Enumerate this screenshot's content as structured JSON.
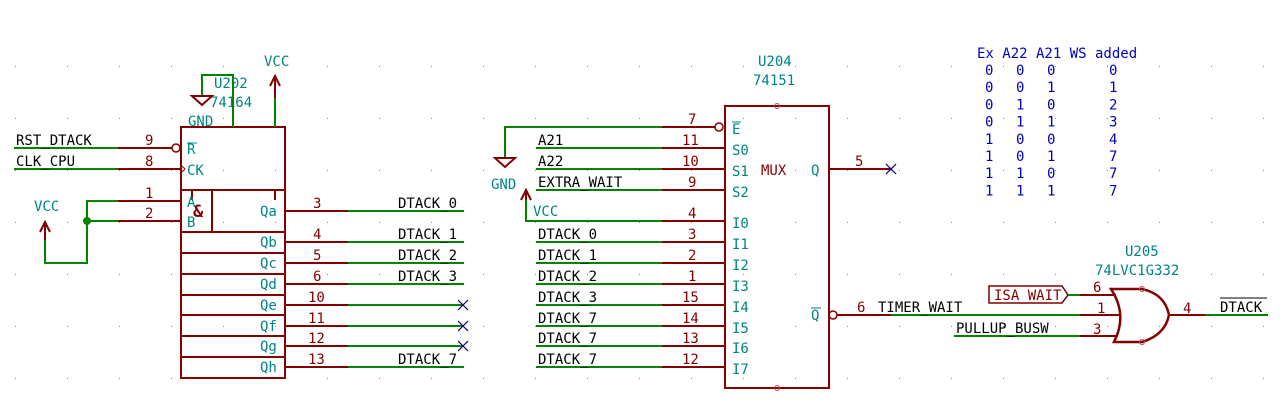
{
  "power": {
    "vcc": "VCC",
    "gnd": "GND"
  },
  "u202": {
    "ref": "U202",
    "value": "74164",
    "gnd_pin": "GND",
    "inputs": [
      {
        "pin": "9",
        "name": "R",
        "overbar": true,
        "net": "RST_DTACK"
      },
      {
        "pin": "8",
        "name": "CK",
        "net": "CLK_CPU"
      },
      {
        "pin": "1",
        "name": "A",
        "net": ""
      },
      {
        "pin": "2",
        "name": "B",
        "net": ""
      }
    ],
    "and_symbol": "&",
    "outputs": [
      {
        "pin": "3",
        "name": "Qa",
        "net": "DTACK_0",
        "nc": false
      },
      {
        "pin": "4",
        "name": "Qb",
        "net": "DTACK_1",
        "nc": false
      },
      {
        "pin": "5",
        "name": "Qc",
        "net": "DTACK_2",
        "nc": false
      },
      {
        "pin": "6",
        "name": "Qd",
        "net": "DTACK_3",
        "nc": false
      },
      {
        "pin": "10",
        "name": "Qe",
        "net": "",
        "nc": true
      },
      {
        "pin": "11",
        "name": "Qf",
        "net": "",
        "nc": true
      },
      {
        "pin": "12",
        "name": "Qg",
        "net": "",
        "nc": true
      },
      {
        "pin": "13",
        "name": "Qh",
        "net": "DTACK_7",
        "nc": false
      }
    ]
  },
  "u204": {
    "ref": "U204",
    "value": "74151",
    "center_label": "MUX",
    "inputs": [
      {
        "pin": "7",
        "name": "E",
        "overbar": true,
        "net": ""
      },
      {
        "pin": "11",
        "name": "S0",
        "net": "A21"
      },
      {
        "pin": "10",
        "name": "S1",
        "net": "A22"
      },
      {
        "pin": "9",
        "name": "S2",
        "net": "EXTRA_WAIT"
      },
      {
        "pin": "4",
        "name": "I0",
        "net": "VCC"
      },
      {
        "pin": "3",
        "name": "I1",
        "net": "DTACK_0"
      },
      {
        "pin": "2",
        "name": "I2",
        "net": "DTACK_1"
      },
      {
        "pin": "1",
        "name": "I3",
        "net": "DTACK_2"
      },
      {
        "pin": "15",
        "name": "I4",
        "net": "DTACK_3"
      },
      {
        "pin": "14",
        "name": "I5",
        "net": "DTACK_7"
      },
      {
        "pin": "13",
        "name": "I6",
        "net": "DTACK_7"
      },
      {
        "pin": "12",
        "name": "I7",
        "net": "DTACK_7"
      }
    ],
    "outputs": [
      {
        "pin": "5",
        "name": "Q",
        "net": "",
        "nc": true
      },
      {
        "pin": "6",
        "name": "Q",
        "overbar": true,
        "net": "TIMER_WAIT"
      }
    ]
  },
  "u205": {
    "ref": "U205",
    "value": "74LVC1G332",
    "inputs": [
      {
        "pin": "6",
        "net": "ISA_WAIT",
        "hier_label": true
      },
      {
        "pin": "1",
        "net": "TIMER_WAIT"
      },
      {
        "pin": "3",
        "net": "PULLUP_BUSW"
      }
    ],
    "output": {
      "pin": "4",
      "net": "DTACK",
      "overbar": true
    }
  },
  "truth_table": {
    "headers": [
      "Ex",
      "A22",
      "A21",
      "WS added"
    ],
    "rows": [
      [
        "0",
        "0",
        "0",
        "0"
      ],
      [
        "0",
        "0",
        "1",
        "1"
      ],
      [
        "0",
        "1",
        "0",
        "2"
      ],
      [
        "0",
        "1",
        "1",
        "3"
      ],
      [
        "1",
        "0",
        "0",
        "4"
      ],
      [
        "1",
        "0",
        "1",
        "7"
      ],
      [
        "1",
        "1",
        "0",
        "7"
      ],
      [
        "1",
        "1",
        "1",
        "7"
      ]
    ]
  }
}
